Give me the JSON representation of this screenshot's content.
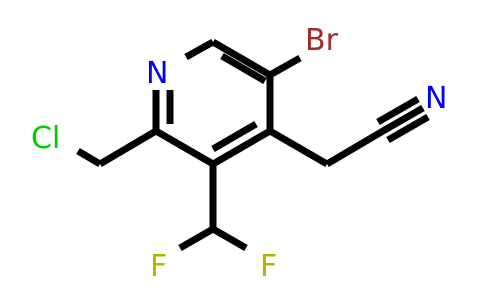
{
  "molecule": {
    "atoms": {
      "n_ring": "N",
      "br": "Br",
      "n_nitrile": "N",
      "cl": "Cl",
      "f1": "F",
      "f2": "F"
    },
    "colors": {
      "bond": "#000000",
      "nitrogen": "#0000ff",
      "bromine": "#a52a2a",
      "chlorine": "#00cc00",
      "fluorine": "#b3b300"
    }
  }
}
